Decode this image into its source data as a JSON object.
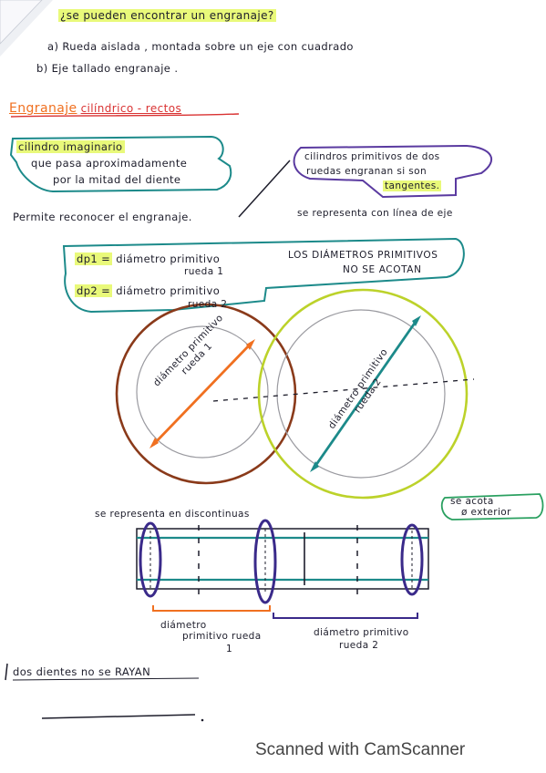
{
  "notes": {
    "q_title": "¿se pueden encontrar un engranaje?",
    "opt_a": "a) Rueda aislada , montada sobre un eje con cuadrado",
    "opt_b": "b) Eje tallado engranaje .",
    "section_title": "Engranaje",
    "section_subtitle": "cilíndrico - rectos",
    "box_left_line1": "cilindro imaginario",
    "box_left_line2": "que pasa aproximadamente",
    "box_left_line3": "por la mitad del diente",
    "box_right_line1": "cilindros primitivos de dos",
    "box_right_line2": "ruedas engranan si son",
    "box_right_line3": "tangentes.",
    "permite": "Permite reconocer el engranaje.",
    "representa_linea": "se representa con línea de eje",
    "dp1_label": "dp1 =",
    "dp1_text": "diámetro primitivo",
    "dp1_rueda": "rueda 1",
    "dp2_label": "dp2 =",
    "dp2_text": "diámetro primitivo",
    "dp2_rueda": "rueda 2",
    "no_acotan_line1": "LOS DIÁMETROS PRIMITIVOS",
    "no_acotan_line2": "NO SE ACOTAN",
    "circle1_label_line1": "diámetro primitivo",
    "circle1_label_line2": "rueda 1",
    "circle2_label_line1": "diámetro primitivo",
    "circle2_label_line2": "rueda 2",
    "representa_discontinuas": "se representa en discontinuas",
    "acota_line1": "se acota",
    "acota_line2": "ø exterior",
    "dim1_line1": "diámetro",
    "dim1_line2": "primitivo rueda",
    "dim1_line3": "1",
    "dim2_line1": "diámetro primitivo",
    "dim2_line2": "rueda 2",
    "rayan": "dos dientes no se RAYAN"
  },
  "footer": "Scanned with CamScanner",
  "colors": {
    "ink": "#1d1d2b",
    "orange": "#f07020",
    "red": "#d93232",
    "teal": "#1c8a8a",
    "brown": "#8a3a1a",
    "lime": "#bcd22a",
    "purple": "#3a2a8a",
    "highlight": "#e9f97a"
  }
}
